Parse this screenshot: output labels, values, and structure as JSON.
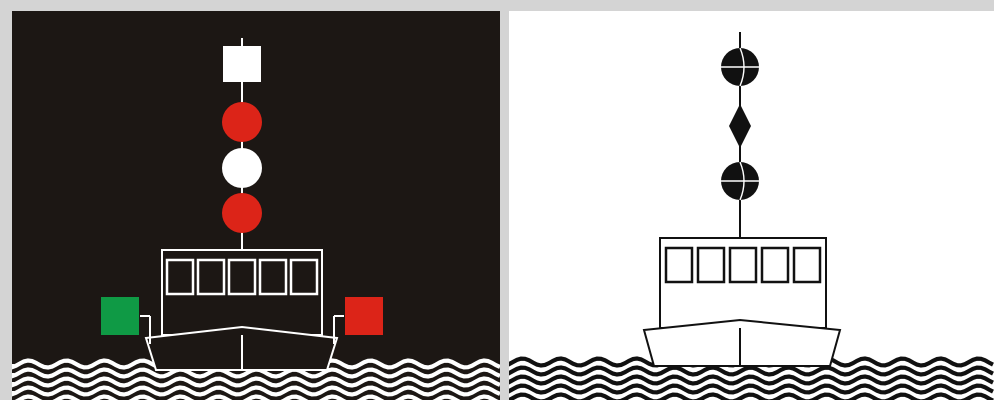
{
  "panels": [
    {
      "id": "night",
      "name": "night-lights-panel",
      "background": "#1c1714",
      "line_color": "#ffffff",
      "wave_color": "#ffffff",
      "masthead_light": "white",
      "mast_lights": [
        "red",
        "white",
        "red"
      ],
      "port_sidelight": "green",
      "starboard_sidelight": "red",
      "window_count": 5
    },
    {
      "id": "day",
      "name": "day-shapes-panel",
      "background": "#ffffff",
      "line_color": "#111111",
      "wave_color": "#111111",
      "day_shapes": [
        "ball",
        "diamond",
        "ball"
      ],
      "window_count": 5
    }
  ],
  "colors": {
    "white": "#ffffff",
    "red": "#dc2418",
    "green": "#0f9a45",
    "black": "#111111",
    "frame": "#d4d4d4"
  }
}
